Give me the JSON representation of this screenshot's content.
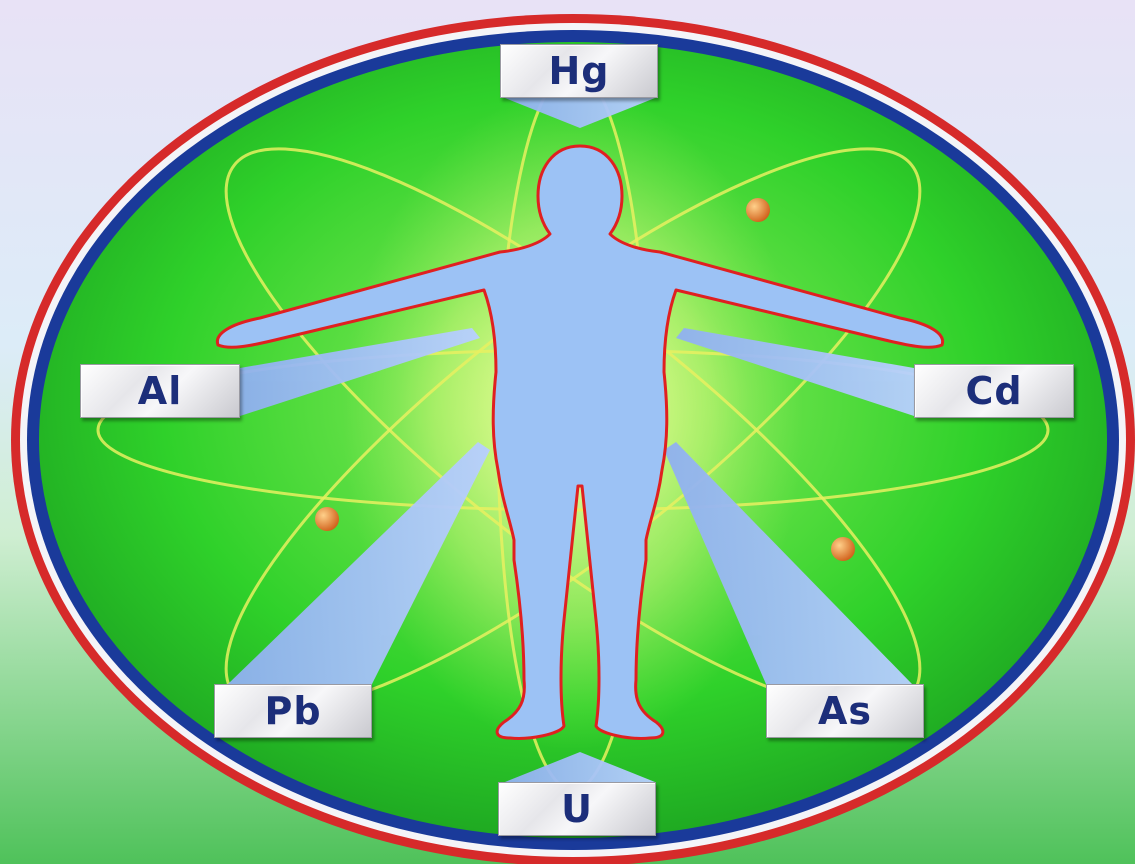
{
  "elements": {
    "top": "Hg",
    "left": "Al",
    "right": "Cd",
    "lower_left": "Pb",
    "lower_right": "As",
    "bottom": "U"
  },
  "colors": {
    "oval_fill": "#2fd12a",
    "oval_border_outer": "#d62a2a",
    "oval_border_inner": "#1a3a9a",
    "figure_fill": "#9cc2f5",
    "figure_outline": "#e02020",
    "label_text": "#1c2e7a",
    "orbit": "#e8f060",
    "electron": "#e07a20"
  }
}
